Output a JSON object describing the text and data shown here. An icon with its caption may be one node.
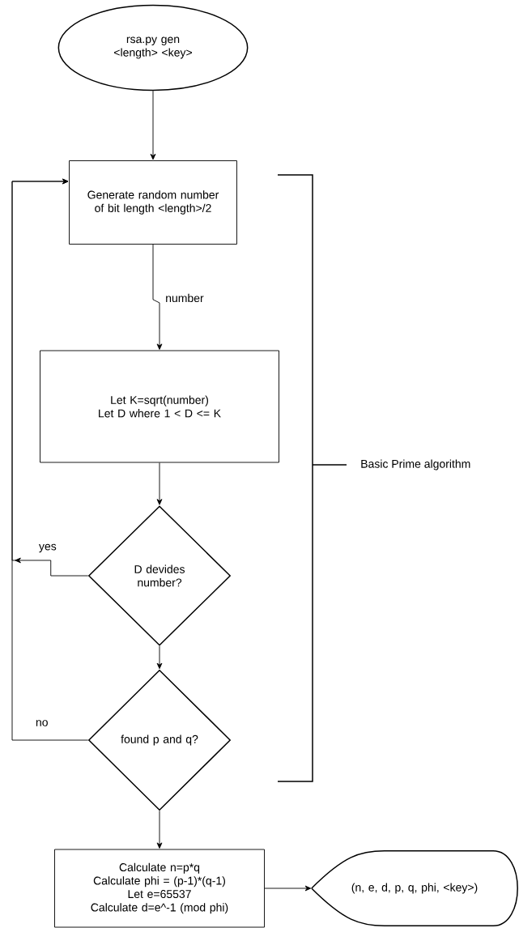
{
  "diagram": {
    "nodes": [
      {
        "text": [
          "rsa.py gen <length> <key>"
        ]
      },
      {
        "text": [
          "Generate random number of bit length <length>/2"
        ]
      },
      {
        "text": [
          "Let K=sqrt(number)",
          "Let D where 1 < D <= K"
        ]
      },
      {
        "text": [
          "D devides number?"
        ]
      },
      {
        "text": [
          "found p and q?"
        ]
      },
      {
        "text": [
          "Calculate n=p*q",
          "Calculate phi = (p-1)*(q-1)",
          "Let e=65537",
          "Calculate d=e^-1 (mod phi)"
        ]
      },
      {
        "text": [
          "(n, e, d, p, q, phi, <key>)"
        ]
      }
    ],
    "edges": [
      {
        "from": 0,
        "to": 1,
        "arrow": "to"
      },
      {
        "from": 1,
        "to": 2,
        "arrow": "to",
        "label": "number"
      },
      {
        "from": 2,
        "to": 3,
        "arrow": "to"
      },
      {
        "from": 3,
        "to": 1,
        "arrow": "to",
        "label": "yes"
      },
      {
        "from": 3,
        "to": 4,
        "arrow": "to"
      },
      {
        "from": 4,
        "to": 1,
        "arrow": "to",
        "label": "no"
      },
      {
        "from": 4,
        "to": 5,
        "arrow": "to"
      },
      {
        "from": 5,
        "to": 6,
        "arrow": "to"
      }
    ],
    "labels": [
      "Basic Prime algorithm"
    ]
  }
}
